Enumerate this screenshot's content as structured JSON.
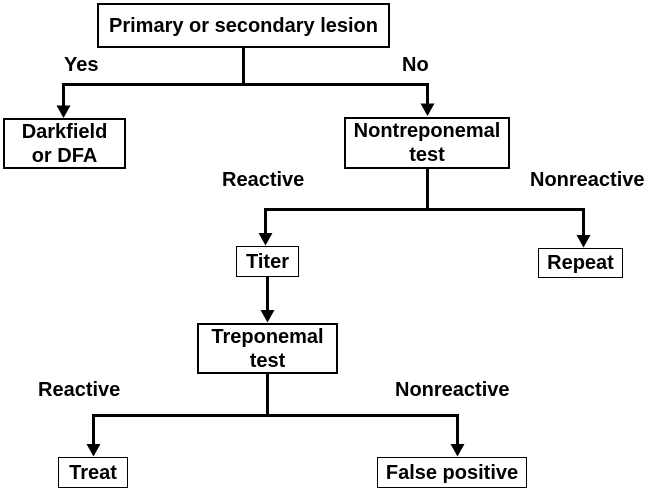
{
  "diagram": {
    "type": "flowchart",
    "colors": {
      "background": "#ffffff",
      "box_background": "#ffffff",
      "box_border": "#000000",
      "line": "#000000",
      "text": "#000000"
    },
    "nodes": {
      "root": "Primary or secondary lesion",
      "darkfield": "Darkfield\nor DFA",
      "nontreponemal": "Nontreponemal\ntest",
      "titer": "Titer",
      "repeat": "Repeat",
      "treponemal": "Treponemal\ntest",
      "treat": "Treat",
      "false_positive": "False positive"
    },
    "edge_labels": {
      "yes": "Yes",
      "no": "No",
      "reactive_mid": "Reactive",
      "nonreactive_mid": "Nonreactive",
      "reactive_bottom": "Reactive",
      "nonreactive_bottom": "Nonreactive"
    },
    "edges": [
      {
        "from": "root",
        "to": "darkfield",
        "label": "Yes"
      },
      {
        "from": "root",
        "to": "nontreponemal",
        "label": "No"
      },
      {
        "from": "nontreponemal",
        "to": "titer",
        "label": "Reactive"
      },
      {
        "from": "nontreponemal",
        "to": "repeat",
        "label": "Nonreactive"
      },
      {
        "from": "titer",
        "to": "treponemal",
        "label": ""
      },
      {
        "from": "treponemal",
        "to": "treat",
        "label": "Reactive"
      },
      {
        "from": "treponemal",
        "to": "false_positive",
        "label": "Nonreactive"
      }
    ]
  }
}
